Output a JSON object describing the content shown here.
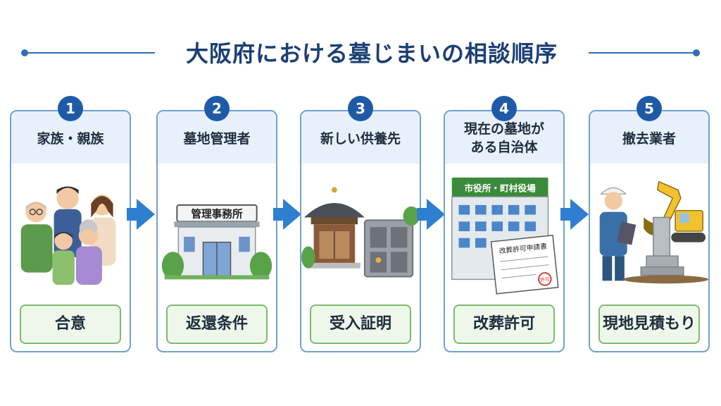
{
  "title": "大阪府における墓じまいの相談順序",
  "colors": {
    "accent": "#1f5aa8",
    "card_border": "#6ea1d6",
    "result_border": "#7dbb6f",
    "arrow": "#2f7fd1"
  },
  "steps": [
    {
      "number": "1",
      "label": "家族・親族",
      "result": "合意",
      "icon": "family-icon"
    },
    {
      "number": "2",
      "label": "墓地管理者",
      "sign": "管理事務所",
      "result": "返還条件",
      "icon": "office-building-icon"
    },
    {
      "number": "3",
      "label": "新しい供養先",
      "result": "受入証明",
      "icon": "temple-icon"
    },
    {
      "number": "4",
      "label_line1": "現在の墓地が",
      "label_line2": "ある自治体",
      "sign": "市役所・町村役場",
      "document": "改葬許可申請書",
      "stamp": "許可",
      "result": "改葬許可",
      "icon": "city-hall-icon"
    },
    {
      "number": "5",
      "label": "撤去業者",
      "result": "現地見積もり",
      "icon": "excavator-icon"
    }
  ]
}
